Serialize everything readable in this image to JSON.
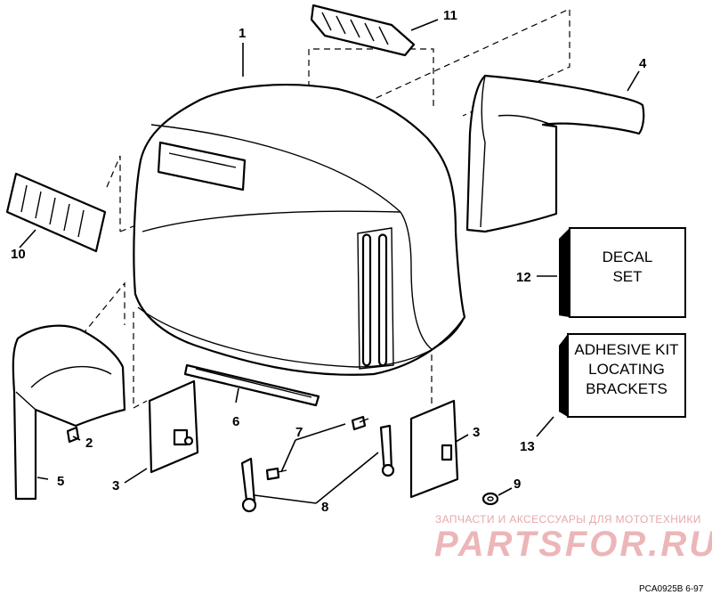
{
  "callouts": {
    "c1": "1",
    "c2": "2",
    "c3a": "3",
    "c3b": "3",
    "c4": "4",
    "c5": "5",
    "c6": "6",
    "c7": "7",
    "c8": "8",
    "c9": "9",
    "c10": "10",
    "c11": "11",
    "c12": "12",
    "c13": "13"
  },
  "decal_box": {
    "line1": "DECAL",
    "line2": "SET"
  },
  "adhesive_box": {
    "line1": "ADHESIVE KIT",
    "line2": "LOCATING",
    "line3": "BRACKETS"
  },
  "watermark": {
    "tagline": "ЗАПЧАСТИ И АКСЕССУАРЫ ДЛЯ МОТОТЕХНИКИ",
    "brand": "PARTSFOR.RU"
  },
  "drawing_code": "PCA0925B  6-97"
}
